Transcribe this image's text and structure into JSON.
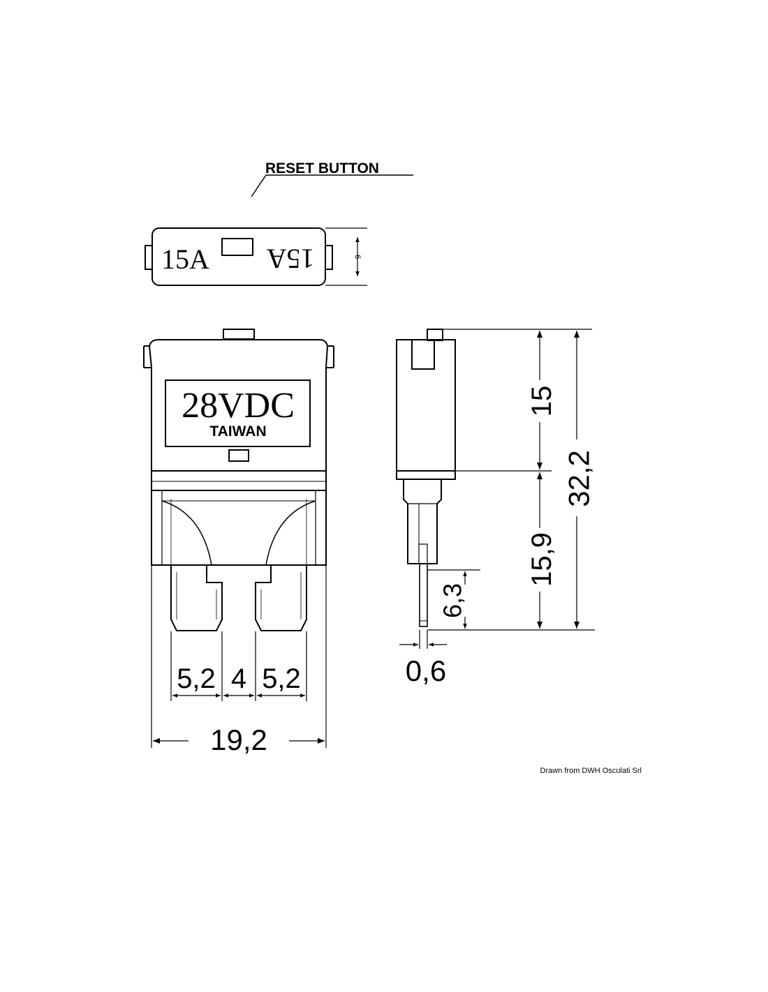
{
  "top_view": {
    "rating_left": "15A",
    "rating_right": "15A",
    "height_dim": "6"
  },
  "reset_label": "RESET BUTTON",
  "front_view": {
    "voltage": "28VDC",
    "origin": "TAIWAN"
  },
  "dimensions": {
    "blade_left": "5,2",
    "blade_gap": "4",
    "blade_right": "5,2",
    "total_width": "19,2",
    "body_height": "15",
    "blade_height": "15,9",
    "total_height": "32,2",
    "pin_length": "6,3",
    "pin_thickness": "0,6"
  },
  "credit": "Drawn from DWH Osculati Srl",
  "colors": {
    "line": "#000000",
    "background": "#ffffff"
  }
}
